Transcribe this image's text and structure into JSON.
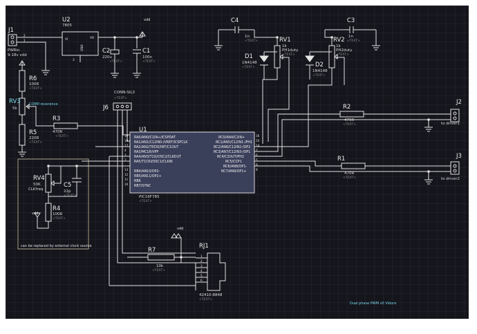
{
  "placeholders": {
    "text": "<TEXT>"
  },
  "nets": {
    "vdd": "vdd"
  },
  "pins": {
    "j1_1": "1",
    "j1_2": "2",
    "vi": "VI",
    "vo": "VO",
    "gnd": "GND",
    "u2_3": "3"
  },
  "parts": {
    "j1": {
      "ref": "J1",
      "value": "PWRin",
      "range": "9-18v  vdd"
    },
    "u2": {
      "ref": "U2",
      "value": "7805"
    },
    "c1": {
      "ref": "C1",
      "value": "100n"
    },
    "c2": {
      "ref": "C2",
      "value": "220u"
    },
    "r6": {
      "ref": "R6",
      "value": "100R"
    },
    "rv3": {
      "ref": "RV3",
      "value": "5k",
      "label": "COMP-reverence"
    },
    "r5": {
      "ref": "R5",
      "value": "220R"
    },
    "r3": {
      "ref": "R3",
      "value": "470R"
    },
    "j6": {
      "ref": "J6",
      "value": "CONN-SIL3"
    },
    "u1": {
      "ref": "U1",
      "value": "PIC16F785"
    },
    "rv4": {
      "ref": "RV4",
      "value": "50K",
      "label": "CLKfreq"
    },
    "c5": {
      "ref": "C5",
      "value": "22p"
    },
    "r4": {
      "ref": "R4",
      "value": "100R"
    },
    "c4": {
      "ref": "C4",
      "value": "1n"
    },
    "rv1": {
      "ref": "RV1",
      "value": "1k",
      "label": "PH1duty"
    },
    "d1": {
      "ref": "D1",
      "value": "1N4148"
    },
    "c3": {
      "ref": "C3",
      "value": "1n"
    },
    "rv2": {
      "ref": "RV2",
      "value": "1k",
      "label": "PH2duty"
    },
    "d2": {
      "ref": "D2",
      "value": "1N4148"
    },
    "r2": {
      "ref": "R2",
      "value": "470R"
    },
    "j2": {
      "ref": "J2",
      "label": "to driver1"
    },
    "r1": {
      "ref": "R1",
      "value": "470R"
    },
    "j3": {
      "ref": "J3",
      "label": "to driver2"
    },
    "r7": {
      "ref": "R7",
      "value": "10k"
    },
    "rj1": {
      "ref": "RJ1",
      "value": "42410-8848"
    }
  },
  "u1_left": [
    {
      "name": "RA0/AN0/C1IN+/ICSPDAT",
      "num": "19"
    },
    {
      "name": "RA1/AN1/C12IN0-/VREF/ICSPCLK",
      "num": "18"
    },
    {
      "name": "RA2/AN2/T0CKI/INT/C1OUT",
      "num": "17"
    },
    {
      "name": "RA3/MCLR/VPP",
      "num": "4"
    },
    {
      "name": "RA4/AN3/T1G/OSC2/CLKOUT",
      "num": "3"
    },
    {
      "name": "RA5/T1CKI/OSC1/CLKIN",
      "num": "2"
    },
    {
      "name": "RB4/AN10/OP2-",
      "num": "13"
    },
    {
      "name": "RB5/AN11/OP2+",
      "num": "12"
    },
    {
      "name": "RB6",
      "num": "11"
    },
    {
      "name": "RB7/SYNC",
      "num": "10"
    }
  ],
  "u1_right": [
    {
      "name": "RC0/AN4/C2IN+",
      "num": "16"
    },
    {
      "name": "RC1/AN5/C12IN1-/PH1",
      "num": "15"
    },
    {
      "name": "RC2/AN6/C12IN2-/OP2",
      "num": "14"
    },
    {
      "name": "RC3/AN7/C12IN3-/OP1",
      "num": "7"
    },
    {
      "name": "RC4/C2OUT/PH2",
      "num": "6"
    },
    {
      "name": "RC5/CCP1",
      "num": "5"
    },
    {
      "name": "RC6/AN8/OP1-",
      "num": "8"
    },
    {
      "name": "RC7/AN9/OP1+",
      "num": "9"
    }
  ],
  "rj1_pins": [
    "1",
    "2",
    "3",
    "4",
    "5",
    "6"
  ],
  "notes": {
    "clock": "can be replaced by external clock source",
    "title": "Dual phase PWM v0  Viduro"
  }
}
